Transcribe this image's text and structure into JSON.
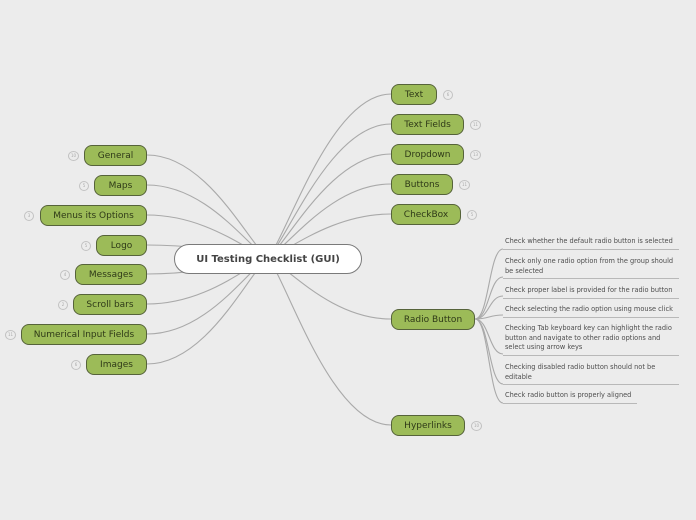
{
  "central": {
    "title": "UI Testing Checklist (GUI)"
  },
  "left": [
    {
      "label": "General",
      "count": "10"
    },
    {
      "label": "Maps",
      "count": "5"
    },
    {
      "label": "Menus its Options",
      "count": "3"
    },
    {
      "label": "Logo",
      "count": "5"
    },
    {
      "label": "Messages",
      "count": "4"
    },
    {
      "label": "Scroll bars",
      "count": "2"
    },
    {
      "label": "Numerical Input Fields",
      "count": "11"
    },
    {
      "label": "Images",
      "count": "6"
    }
  ],
  "right": [
    {
      "label": "Text",
      "count": "6"
    },
    {
      "label": "Text Fields",
      "count": "11"
    },
    {
      "label": "Dropdown",
      "count": "13"
    },
    {
      "label": "Buttons",
      "count": "11"
    },
    {
      "label": "CheckBox",
      "count": "5"
    },
    {
      "label": "Radio Button",
      "count": ""
    },
    {
      "label": "Hyperlinks",
      "count": "10"
    }
  ],
  "radio_button_items": [
    "Check whether the default radio button is selected",
    "Check only one radio option from the group should be selected",
    "Check proper label is provided for the radio button",
    "Check selecting the radio option using mouse click",
    "Checking Tab keyboard key can highlight the radio button and navigate to other radio options and select using arrow keys",
    "Checking disabled radio button should not be editable",
    "Check radio button is properly aligned"
  ],
  "colors": {
    "background": "#ececec",
    "node_fill": "#9cbb58",
    "node_border": "#56633a",
    "connector": "#a9a9a9",
    "central_fill": "#ffffff"
  }
}
